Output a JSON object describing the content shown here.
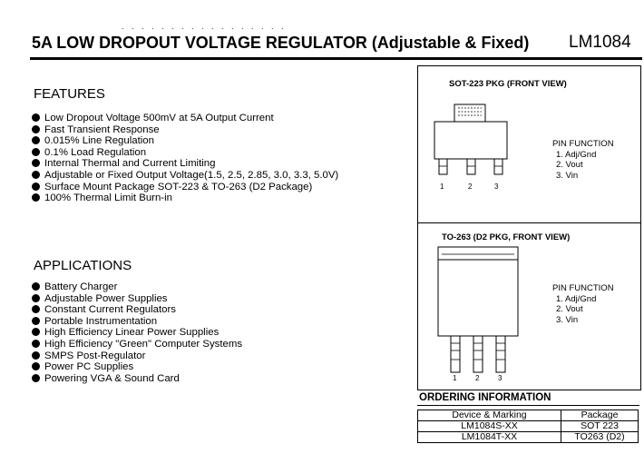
{
  "header": {
    "title": "5A LOW DROPOUT VOLTAGE REGULATOR (Adjustable & Fixed)",
    "part_number": "LM1084"
  },
  "features": {
    "heading": "FEATURES",
    "items": [
      "Low Dropout Voltage 500mV at 5A Output Current",
      "Fast Transient Response",
      "0.015% Line Regulation",
      "0.1% Load Regulation",
      "Internal Thermal and Current Limiting",
      "Adjustable or Fixed Output Voltage(1.5, 2.5, 2.85, 3.0, 3.3, 5.0V)",
      "Surface Mount Package SOT-223 & TO-263 (D2 Package)",
      "100% Thermal Limit Burn-in"
    ]
  },
  "applications": {
    "heading": "APPLICATIONS",
    "items": [
      "Battery Charger",
      "Adjustable Power Supplies",
      "Constant Current Regulators",
      "Portable Instrumentation",
      "High Efficiency Linear Power Supplies",
      "High Efficiency \"Green\" Computer Systems",
      "SMPS Post-Regulator",
      "Power PC Supplies",
      "Powering VGA & Sound Card"
    ]
  },
  "sot223": {
    "title": "SOT-223 PKG (FRONT VIEW)",
    "pin_function_label": "PIN FUNCTION",
    "pins": [
      "1. Adj/Gnd",
      "2. Vout",
      "3. Vin"
    ],
    "pin_numbers": [
      "1",
      "2",
      "3"
    ]
  },
  "to263": {
    "title": "TO-263 (D2 PKG, FRONT VIEW)",
    "pin_function_label": "PIN FUNCTION",
    "pins": [
      "1. Adj/Gnd",
      "2. Vout",
      "3. Vin"
    ],
    "pin_numbers": [
      "1",
      "2",
      "3"
    ]
  },
  "ordering": {
    "heading": "ORDERING INFORMATION",
    "columns": [
      "Device & Marking",
      "Package"
    ],
    "rows": [
      [
        "LM1084S-XX",
        "SOT 223"
      ],
      [
        "LM1084T-XX",
        "TO263 (D2)"
      ]
    ]
  }
}
